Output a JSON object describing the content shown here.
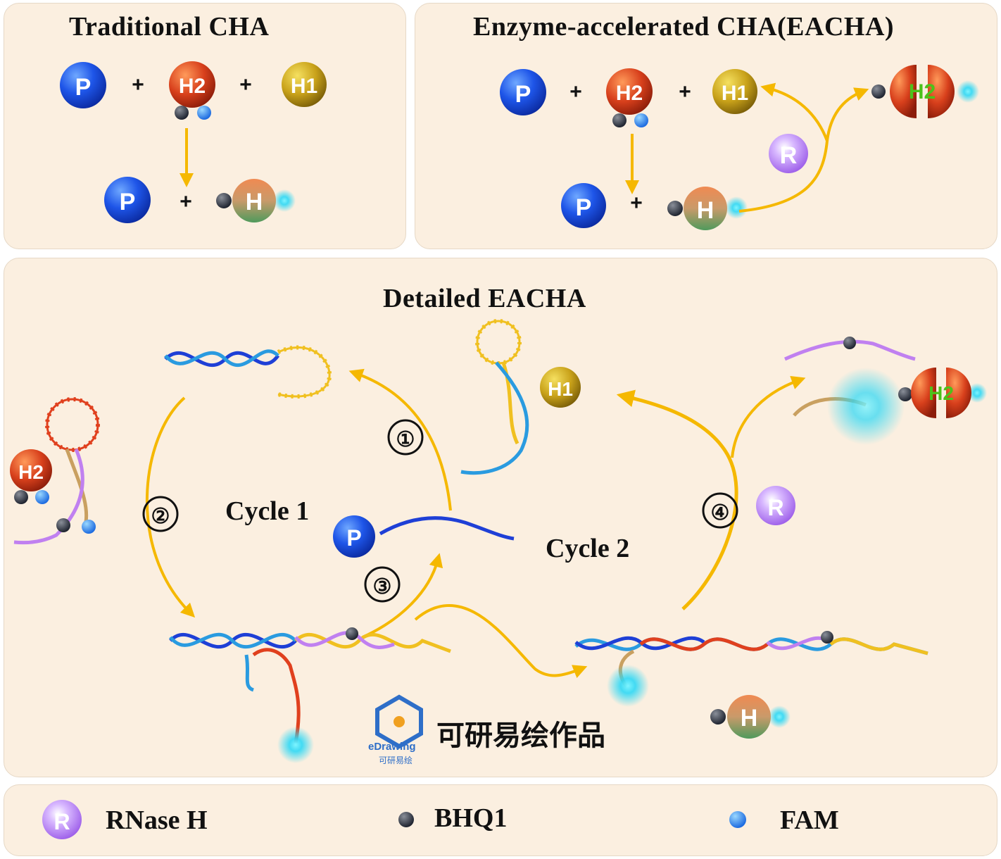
{
  "panels": {
    "traditional": {
      "title": "Traditional CHA"
    },
    "eacha": {
      "title": "Enzyme-accelerated CHA(EACHA)"
    },
    "detailed": {
      "title": "Detailed EACHA"
    }
  },
  "labels": {
    "P": "P",
    "H1": "H1",
    "H2": "H2",
    "H": "H",
    "R": "R",
    "plus": "+"
  },
  "steps": [
    "①",
    "②",
    "③",
    "④"
  ],
  "cycles": {
    "cycle1": "Cycle 1",
    "cycle2": "Cycle 2"
  },
  "watermark": {
    "cn": "可研易绘作品",
    "logo_en": "eDrawing",
    "logo_cn": "可研易绘"
  },
  "legend": [
    {
      "symbol": "R",
      "label": "RNase H"
    },
    {
      "symbol": "",
      "label": "BHQ1"
    },
    {
      "symbol": "",
      "label": "FAM"
    }
  ],
  "colors": {
    "panel_bg": "#fbefe0",
    "arrow": "#f5b800",
    "probe_blue": "#1e3fd6",
    "strand_cyan": "#2a9be0",
    "strand_yellow": "#f0c020",
    "strand_red": "#e0401e",
    "strand_purple": "#c080f0",
    "fam": "#3ad4f5",
    "bhq1": "#3a3f4a"
  }
}
